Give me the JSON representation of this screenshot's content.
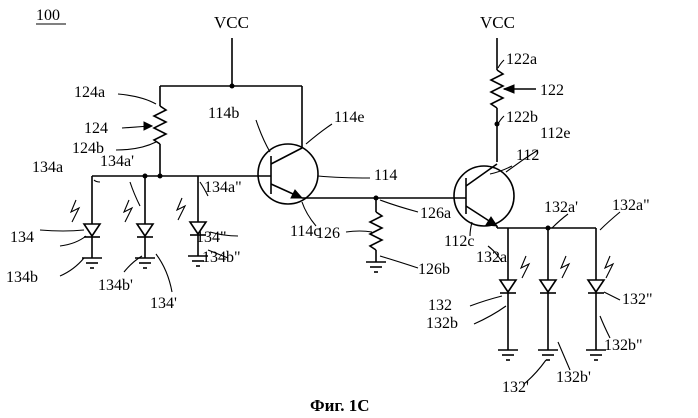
{
  "figure_number": "100",
  "supply": {
    "left": "VCC",
    "right": "VCC"
  },
  "caption": "Фиг. 1C",
  "labels": {
    "r124": "124",
    "r124a": "124a",
    "r124b": "124b",
    "t114": "114",
    "t114b": "114b",
    "t114c": "114c",
    "t114e": "114e",
    "r126": "126",
    "r126a": "126a",
    "r126b": "126b",
    "t112": "112",
    "t112c": "112c",
    "t112e": "112e",
    "r122": "122",
    "r122a": "122a",
    "r122b": "122b",
    "d134": "134",
    "d134a": "134a",
    "d134b": "134b",
    "d134p": "134'",
    "d134ap": "134a'",
    "d134bp": "134b'",
    "d134pp": "134\"",
    "d134app": "134a\"",
    "d134bpp": "134b\"",
    "d132": "132",
    "d132a": "132a",
    "d132b": "132b",
    "d132p": "132'",
    "d132ap": "132a'",
    "d132bp": "132b'",
    "d132pp": "132\"",
    "d132app": "132a\"",
    "d132bpp": "132b\""
  }
}
